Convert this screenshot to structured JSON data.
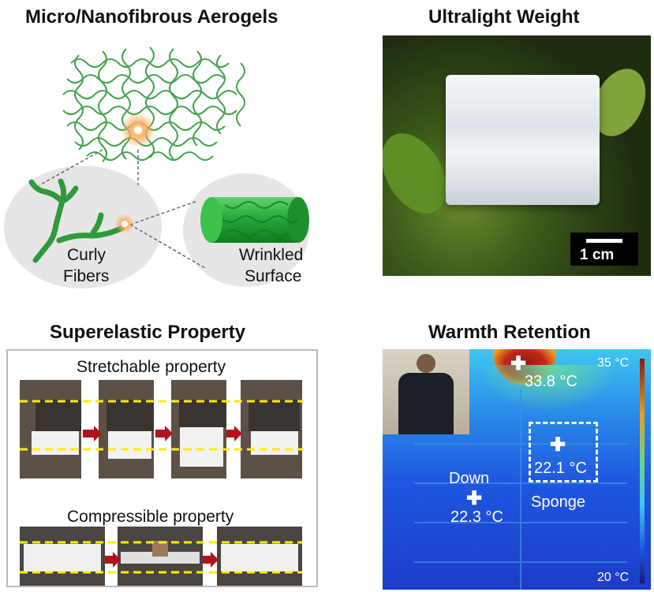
{
  "panels": {
    "aerogel": {
      "title": "Micro/Nanofibrous Aerogels",
      "curly_label_1": "Curly",
      "curly_label_2": "Fibers",
      "wrinkled_label_1": "Wrinkled",
      "wrinkled_label_2": "Surface"
    },
    "ultralight": {
      "title": "Ultralight Weight",
      "scale_bar": "1 cm"
    },
    "superelastic": {
      "title": "Superelastic Property",
      "stretch_label": "Stretchable property",
      "compress_label": "Compressible property"
    },
    "warmth": {
      "title": "Warmth Retention",
      "scale_max": "35 °C",
      "scale_min": "20 °C",
      "neck_temp": "33.8 °C",
      "sponge_temp": "22.1 °C",
      "sponge_label": "Sponge",
      "down_label": "Down",
      "down_temp": "22.3 °C"
    }
  },
  "colors": {
    "fiber_green": "#2f9a3a",
    "arrow_red": "#b3121b",
    "guide_yellow": "#ffee00",
    "thermal_blue": "#1f57e0",
    "thermal_hot": "#c0281a"
  }
}
